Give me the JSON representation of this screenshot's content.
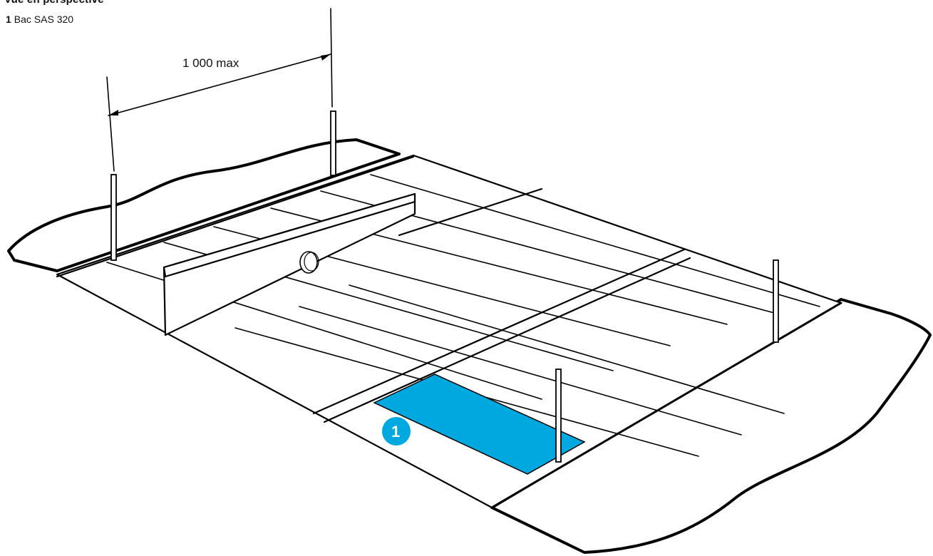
{
  "header": {
    "title": "Vue en perspective"
  },
  "legend": {
    "items": [
      {
        "number": "1",
        "label": "Bac SAS 320"
      }
    ]
  },
  "dimension": {
    "label": "1 000 max"
  },
  "callouts": [
    {
      "number": "1",
      "color": "#00A8E0"
    }
  ],
  "colors": {
    "highlight_panel": "#00A8E0",
    "line": "#000000",
    "background": "#FFFFFF"
  }
}
